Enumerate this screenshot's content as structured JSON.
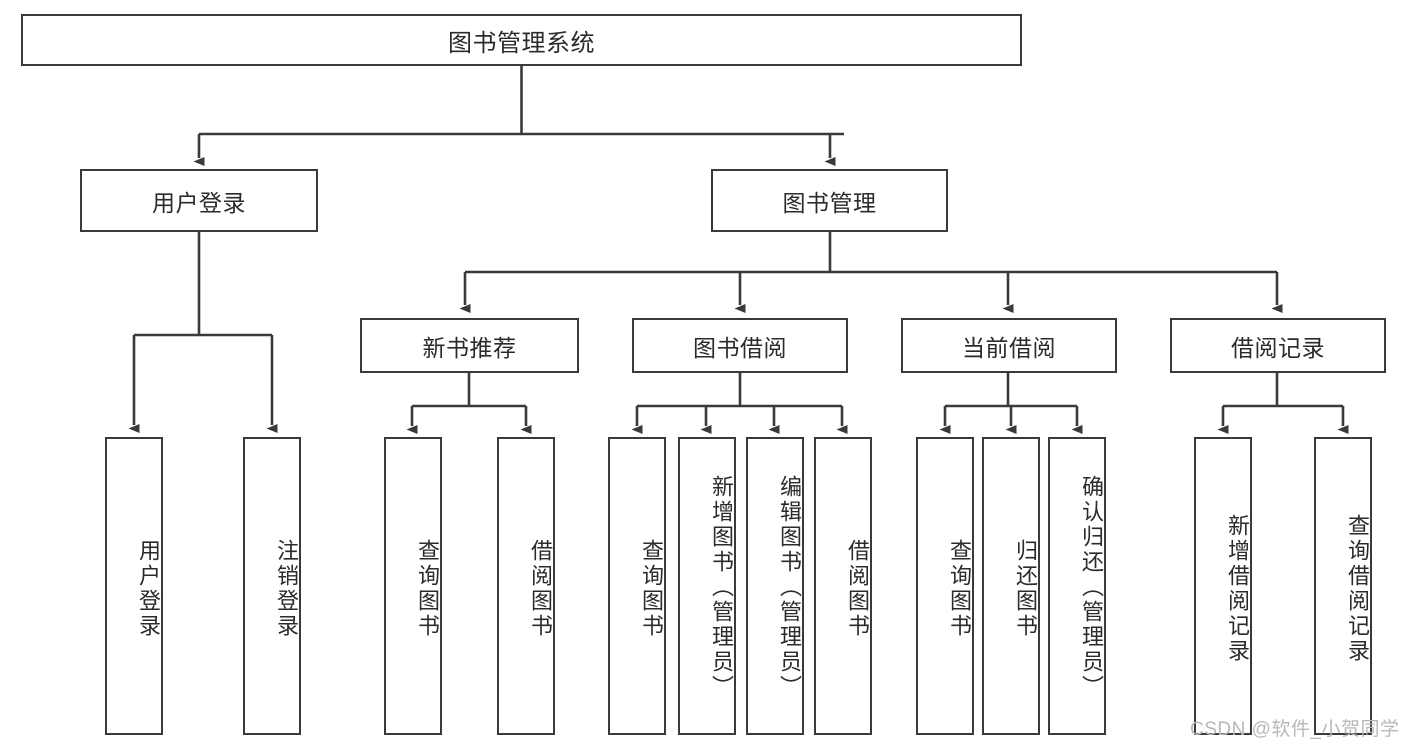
{
  "diagram": {
    "type": "hierarchy-tree",
    "title": "图书管理系统",
    "watermark": "CSDN @软件_小贺同学",
    "colors": {
      "box_border": "#3a3a3a",
      "box_fill": "#ffffff",
      "connector": "#3a3a3a",
      "text": "#2b2b2b",
      "watermark": "#b8b8b8"
    },
    "root": {
      "label": "图书管理系统",
      "level": 0
    },
    "level1": [
      {
        "label": "用户登录"
      },
      {
        "label": "图书管理"
      }
    ],
    "level2": [
      {
        "label": "新书推荐"
      },
      {
        "label": "图书借阅"
      },
      {
        "label": "当前借阅"
      },
      {
        "label": "借阅记录"
      }
    ],
    "leaves": {
      "user_login": [
        {
          "label": "用户登录"
        },
        {
          "label": "注销登录"
        }
      ],
      "new_book_recommend": [
        {
          "label": "查询图书"
        },
        {
          "label": "借阅图书"
        }
      ],
      "book_borrow": [
        {
          "label": "查询图书"
        },
        {
          "label": "新增图书（管理员）"
        },
        {
          "label": "编辑图书（管理员）"
        },
        {
          "label": "借阅图书"
        }
      ],
      "current_borrow": [
        {
          "label": "查询图书"
        },
        {
          "label": "归还图书"
        },
        {
          "label": "确认归还（管理员）"
        }
      ],
      "borrow_record": [
        {
          "label": "新增借阅记录"
        },
        {
          "label": "查询借阅记录"
        }
      ]
    }
  }
}
